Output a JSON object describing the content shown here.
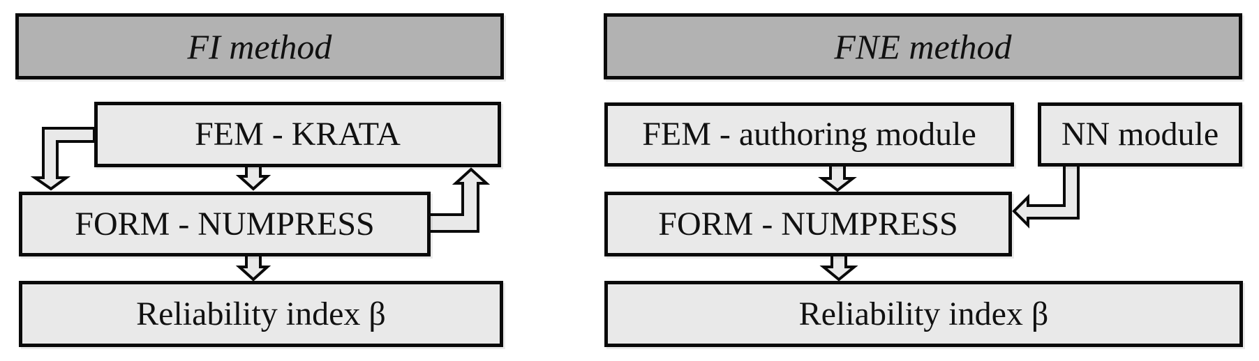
{
  "colors": {
    "header_fill": "#b2b2b2",
    "box_fill": "#e9e9e9",
    "line": "#0a0a0a"
  },
  "left_panel": {
    "title": "FI method",
    "fem_box": "FEM - KRATA",
    "form_box": "FORM - NUMPRESS",
    "result_box": "Reliability index β"
  },
  "right_panel": {
    "title": "FNE method",
    "fem_box": "FEM - authoring module",
    "nn_box": "NN module",
    "form_box": "FORM - NUMPRESS",
    "result_box": "Reliability index β"
  }
}
